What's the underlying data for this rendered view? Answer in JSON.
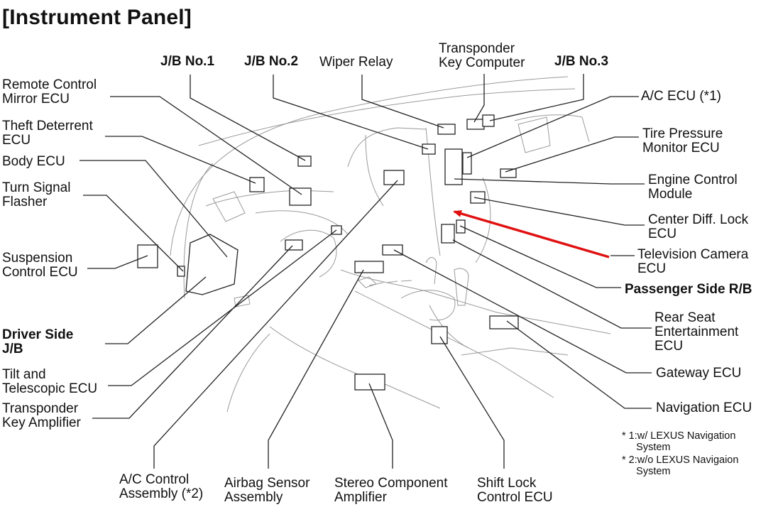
{
  "title": "[Instrument Panel]",
  "labels": {
    "jb_no1": "J/B No.1",
    "jb_no2": "J/B No.2",
    "wiper_relay": "Wiper Relay",
    "transponder_key_computer": "Transponder\nKey Computer",
    "jb_no3": "J/B No.3",
    "remote_control_mirror_ecu": "Remote Control\nMirror ECU",
    "theft_deterrent_ecu": "Theft Deterrent\nECU",
    "body_ecu": "Body ECU",
    "turn_signal_flasher": "Turn Signal\nFlasher",
    "suspension_control_ecu": "Suspension\nControl ECU",
    "driver_side_jb": "Driver Side\nJ/B",
    "tilt_telescopic_ecu": "Tilt and\nTelescopic ECU",
    "transponder_key_amplifier": "Transponder\nKey Amplifier",
    "ac_control_assembly": "A/C Control\nAssembly (*2)",
    "airbag_sensor_assembly": "Airbag Sensor\nAssembly",
    "stereo_component_amplifier": "Stereo Component\nAmplifier",
    "shift_lock_control_ecu": "Shift Lock\nControl ECU",
    "ac_ecu": "A/C ECU (*1)",
    "tire_pressure_monitor_ecu": "Tire Pressure\nMonitor ECU",
    "engine_control_module": "Engine Control\nModule",
    "center_diff_lock_ecu": "Center Diff. Lock\nECU",
    "television_camera_ecu": "Television Camera\nECU",
    "passenger_side_rb": "Passenger Side R/B",
    "rear_seat_entertainment_ecu": "Rear Seat\nEntertainment\nECU",
    "gateway_ecu": "Gateway ECU",
    "navigation_ecu": "Navigation ECU"
  },
  "notes": {
    "note1": "* 1:w/ LEXUS Navigation\n     System",
    "note2": "* 2:w/o LEXUS Navigaion\n     System"
  },
  "colors": {
    "highlight_arrow": "#e01010",
    "leader_line": "#222222",
    "sketch_line": "#9a9a9a"
  }
}
